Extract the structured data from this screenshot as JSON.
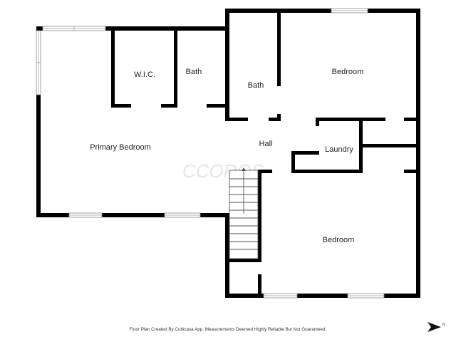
{
  "rooms": {
    "wic": "W.I.C.",
    "bath_primary": "Bath",
    "bath_hall": "Bath",
    "bedroom_top": "Bedroom",
    "primary_bedroom": "Primary Bedroom",
    "hall": "Hall",
    "laundry": "Laundry",
    "bedroom_bottom": "Bedroom"
  },
  "watermark": "CCOROS",
  "footer": "Floor Plan Created By Cubicasa App. Measurements Deemed Highly Reliable But Not Guaranteed.",
  "compass": {
    "label": "N",
    "icon": "north-arrow-icon"
  },
  "colors": {
    "wall": "#000000",
    "window": "#8a8a8a",
    "background": "#ffffff"
  }
}
